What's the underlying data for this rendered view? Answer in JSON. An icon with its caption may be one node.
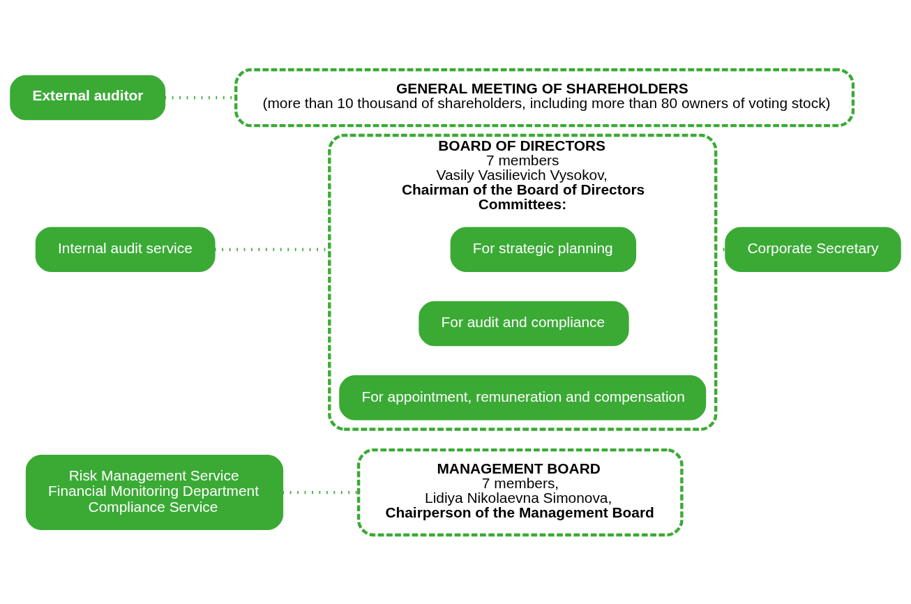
{
  "diagram": {
    "nodes": [
      {
        "text": [
          "External auditor"
        ]
      },
      {
        "text": [
          "GENERAL MEETING OF SHAREHOLDERS",
          "(more than 10 thousand of shareholders, including more than 80 owners of voting stock)"
        ]
      },
      {
        "text": [
          "Internal audit service"
        ]
      },
      {
        "text": [
          "BOARD OF DIRECTORS",
          "7 members",
          "Vasily Vasilievich Vysokov,",
          "Chairman of the Board of Directors",
          "Committees:"
        ]
      },
      {
        "text": [
          "For strategic planning"
        ],
        "in": 3
      },
      {
        "text": [
          "For audit and compliance"
        ],
        "in": 3
      },
      {
        "text": [
          "For appointment, remuneration and compensation"
        ],
        "in": 3
      },
      {
        "text": [
          "Corporate Secretary"
        ]
      },
      {
        "text": [
          "Risk Management Service",
          "Financial Monitoring Department",
          "Compliance Service"
        ]
      },
      {
        "text": [
          "MANAGEMENT BOARD",
          "7 members,",
          "Lidiya Nikolaevna Simonova,",
          "Chairperson of the Management Board"
        ]
      }
    ],
    "edges": [
      {
        "from": 0,
        "to": 1,
        "arrow": "none",
        "style": "dashed"
      },
      {
        "from": 2,
        "to": 3,
        "arrow": "none",
        "style": "dashed"
      },
      {
        "from": 3,
        "to": 7,
        "arrow": "none",
        "style": "dashed"
      },
      {
        "from": 8,
        "to": 9,
        "arrow": "none",
        "style": "dashed"
      }
    ]
  }
}
